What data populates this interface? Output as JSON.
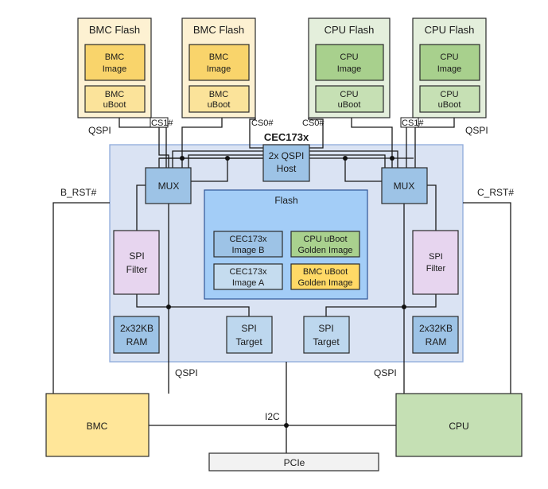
{
  "diagram": {
    "title": "CEC173x",
    "colors": {
      "bmc_flash_bg": "#fdf1d2",
      "bmc_image": "#f9d46b",
      "bmc_uboot": "#fbe39a",
      "cpu_flash_bg": "#e4efdc",
      "cpu_image": "#a8d08d",
      "cpu_uboot": "#c6e0b4",
      "cec_bg": "#dae3f3",
      "cec_border": "#8eaadb",
      "mux": "#9dc3e6",
      "flash_bg": "#a3cdf7",
      "image_b": "#9dc3e6",
      "image_a": "#c5dcef",
      "cpu_golden": "#a9d18e",
      "bmc_golden": "#ffd966",
      "spi_filter": "#e7d5ef",
      "ram": "#9dc3e6",
      "spi_target": "#bdd7ee",
      "bmc": "#ffe699",
      "cpu": "#c5e0b4",
      "pcie": "#f2f2f2"
    },
    "flash_chips": [
      {
        "title": "BMC Flash",
        "image": [
          "BMC",
          "Image"
        ],
        "uboot": [
          "BMC",
          "uBoot"
        ]
      },
      {
        "title": "BMC Flash",
        "image": [
          "BMC",
          "Image"
        ],
        "uboot": [
          "BMC",
          "uBoot"
        ]
      },
      {
        "title": "CPU Flash",
        "image": [
          "CPU",
          "Image"
        ],
        "uboot": [
          "CPU",
          "uBoot"
        ]
      },
      {
        "title": "CPU Flash",
        "image": [
          "CPU",
          "Image"
        ],
        "uboot": [
          "CPU",
          "uBoot"
        ]
      }
    ],
    "chip_selects": {
      "left_outer": "CS1#",
      "left_inner": "CS0#",
      "right_inner": "CS0#",
      "right_outer": "CS1#"
    },
    "bus_labels": {
      "qspi_top_left": "QSPI",
      "qspi_top_right": "QSPI",
      "qspi_bottom_left": "QSPI",
      "qspi_bottom_right": "QSPI",
      "i2c": "I2C"
    },
    "resets": {
      "bmc": "B_RST#",
      "cpu": "C_RST#"
    },
    "qspi_host": [
      "2x QSPI",
      "Host"
    ],
    "mux_left": "MUX",
    "mux_right": "MUX",
    "internal_flash": {
      "title": "Flash",
      "image_b": [
        "CEC173x",
        "Image B"
      ],
      "image_a": [
        "CEC173x",
        "Image A"
      ],
      "cpu_golden": [
        "CPU uBoot",
        "Golden Image"
      ],
      "bmc_golden": [
        "BMC uBoot",
        "Golden Image"
      ]
    },
    "spi_filter_left": [
      "SPI",
      "Filter"
    ],
    "spi_filter_right": [
      "SPI",
      "Filter"
    ],
    "ram_left": [
      "2x32KB",
      "RAM"
    ],
    "ram_right": [
      "2x32KB",
      "RAM"
    ],
    "spi_target_left": [
      "SPI",
      "Target"
    ],
    "spi_target_right": [
      "SPI",
      "Target"
    ],
    "bmc": "BMC",
    "cpu": "CPU",
    "pcie": "PCIe"
  }
}
